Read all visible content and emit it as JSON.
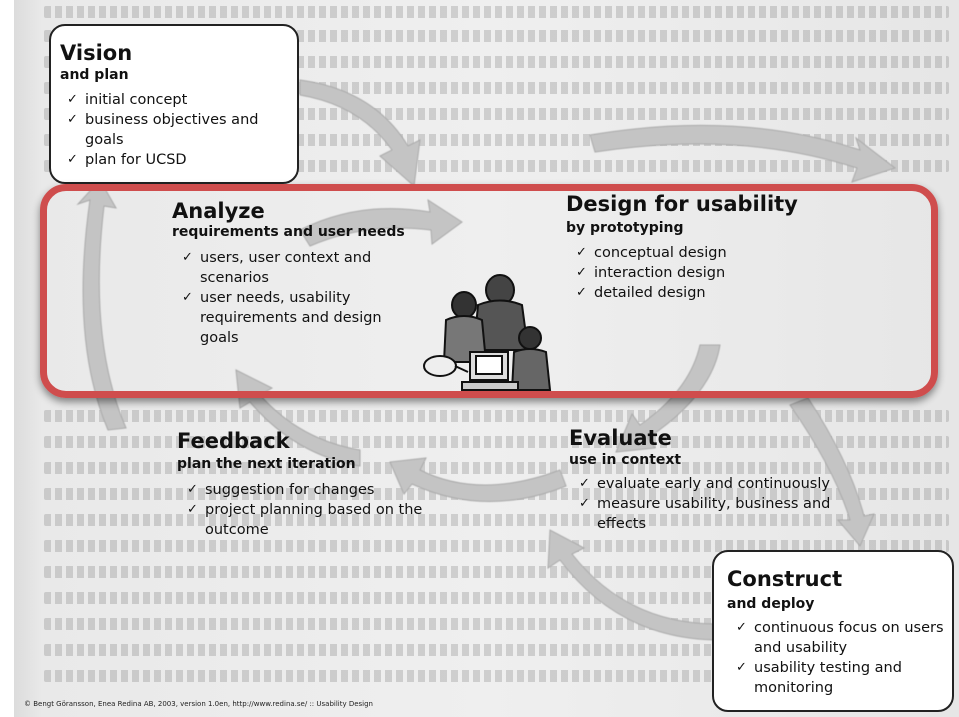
{
  "colors": {
    "highlight": "#cf4d4d",
    "arrow": "#c4c4c4",
    "scan_background": "#ececec"
  },
  "vision": {
    "title": "Vision",
    "subtitle": "and plan",
    "items": [
      "initial concept",
      "business objectives and goals",
      "plan for UCSD"
    ]
  },
  "analyze": {
    "title": "Analyze",
    "subtitle": "requirements and user needs",
    "items": [
      "users, user context and scenarios",
      "user needs, usability requirements and design goals"
    ]
  },
  "design": {
    "title": "Design for usability",
    "subtitle": "by prototyping",
    "items": [
      "conceptual design",
      "interaction design",
      "detailed design"
    ]
  },
  "feedback": {
    "title": "Feedback",
    "subtitle": "plan the next iteration",
    "items": [
      "suggestion for changes",
      "project planning based on the outcome"
    ]
  },
  "evaluate": {
    "title": "Evaluate",
    "subtitle": "use in context",
    "items": [
      "evaluate early and continuously",
      "measure usability, business and effects"
    ]
  },
  "construct": {
    "title": "Construct",
    "subtitle": "and deploy",
    "items": [
      "continuous focus on users and usability",
      "usability testing and monitoring"
    ]
  },
  "icons": {
    "illustration": "people-at-computer-illustration",
    "check": "checkmark"
  },
  "copyright": "© Bengt Göransson, Enea Redina AB, 2003, version 1.0en, http://www.redina.se/ :: Usability Design"
}
